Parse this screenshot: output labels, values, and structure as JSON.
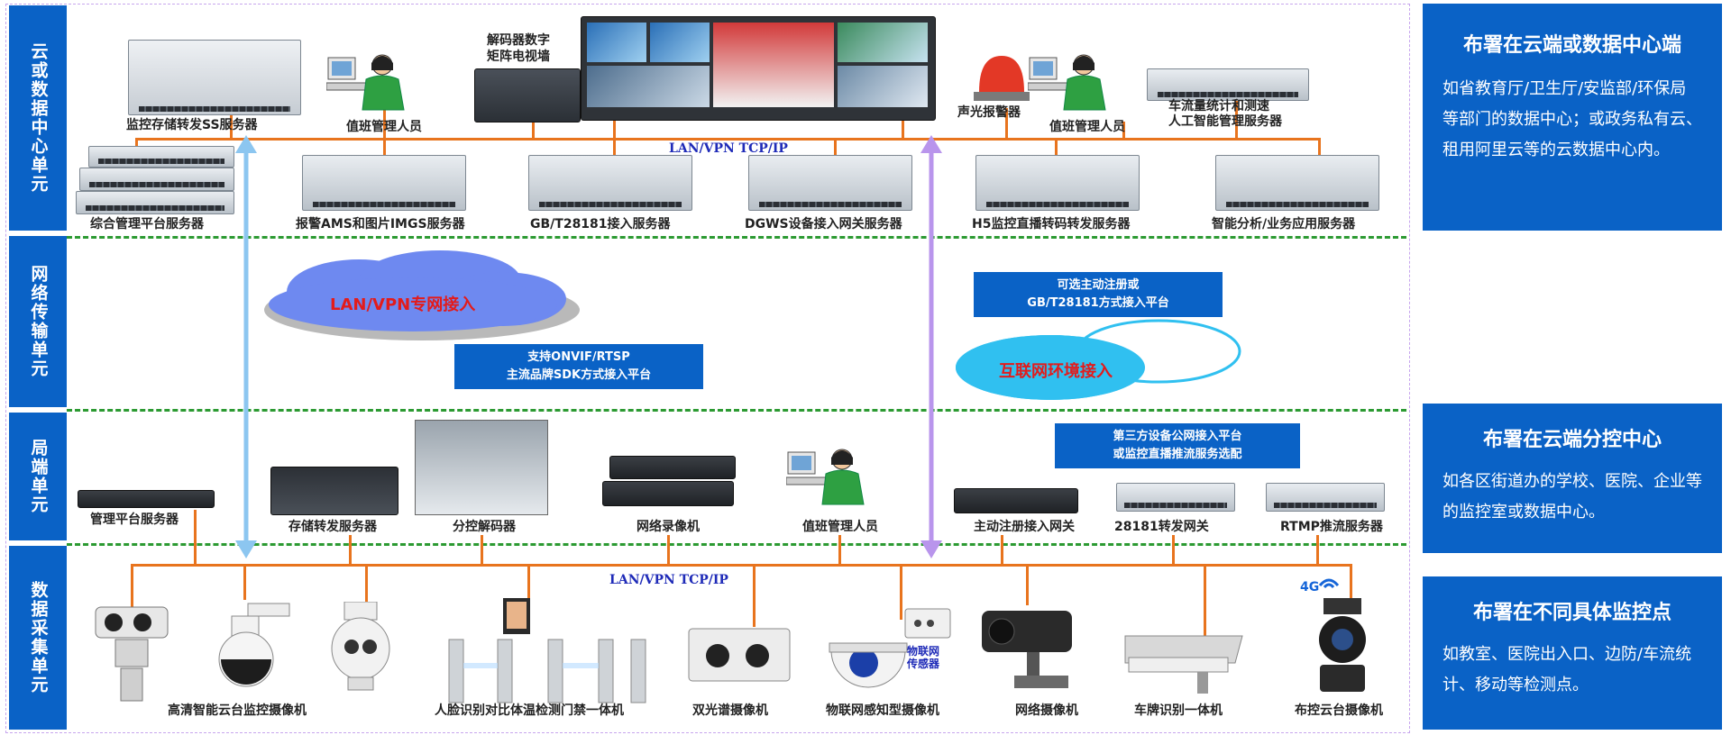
{
  "lanes": [
    {
      "label": "云或数据中心单元"
    },
    {
      "label": "网络传输单元"
    },
    {
      "label": "局端单元"
    },
    {
      "label": "数据采集单元"
    }
  ],
  "top": {
    "servers_top": [
      {
        "label": "监控存储转发SS服务器"
      },
      {
        "label": "值班管理人员"
      },
      {
        "label": "解码器数字\n矩阵电视墙"
      },
      {
        "label": "声光报警器"
      },
      {
        "label": "值班管理人员"
      },
      {
        "label": "车流量统计和测速\n人工智能管理服务器"
      }
    ],
    "lan_label": "LAN/VPN TCP/IP",
    "servers_bottom": [
      {
        "label": "综合管理平台服务器"
      },
      {
        "label": "报警AMS和图片IMGS服务器"
      },
      {
        "label": "GB/T28181接入服务器"
      },
      {
        "label": "DGWS设备接入网关服务器"
      },
      {
        "label": "H5监控直播转码转发服务器"
      },
      {
        "label": "智能分析/业务应用服务器"
      }
    ]
  },
  "network": {
    "cloud_left": "LAN/VPN专网接入",
    "note_left": [
      "支持ONVIF/RTSP",
      "主流品牌SDK方式接入平台"
    ],
    "note_right": [
      "可选主动注册或",
      "GB/T28181方式接入平台"
    ],
    "cloud_right": "互联网环境接入"
  },
  "local": {
    "note": [
      "第三方设备公网接入平台",
      "或监控直播推流服务选配"
    ],
    "devices": [
      {
        "label": "管理平台服务器"
      },
      {
        "label": "存储转发服务器"
      },
      {
        "label": "分控解码器"
      },
      {
        "label": "网络录像机"
      },
      {
        "label": "值班管理人员"
      },
      {
        "label": "主动注册接入网关"
      },
      {
        "label": "28181转发网关"
      },
      {
        "label": "RTMP推流服务器"
      }
    ]
  },
  "collect": {
    "lan_label": "LAN/VPN TCP/IP",
    "badge_4g": "4G",
    "iot_label": "物联网\n传感器",
    "devices": [
      {
        "label": "高清智能云台监控摄像机"
      },
      {
        "label": "人脸识别对比体温检测门禁一体机"
      },
      {
        "label": "双光谱摄像机"
      },
      {
        "label": "物联网感知型摄像机"
      },
      {
        "label": "网络摄像机"
      },
      {
        "label": "车牌识别一体机"
      },
      {
        "label": "布控云台摄像机"
      }
    ]
  },
  "panels": [
    {
      "title": "布署在云端或数据中心端",
      "text": "如省教育厅/卫生厅/安监部/环保局等部门的数据中心；或政务私有云、租用阿里云等的云数据中心内。"
    },
    {
      "title": "布署在云端分控中心",
      "text": "如各区街道办的学校、医院、企业等的监控室或数据中心。"
    },
    {
      "title": "布署在不同具体监控点",
      "text": "如教室、医院出入口、边防/车流统计、移动等检测点。"
    }
  ],
  "colors": {
    "lane_blue": "#0a62c6",
    "wire": "#e8741e",
    "dash": "#2c9a32",
    "arrow_left": "#8cc6f0",
    "arrow_right": "#b995ec"
  }
}
